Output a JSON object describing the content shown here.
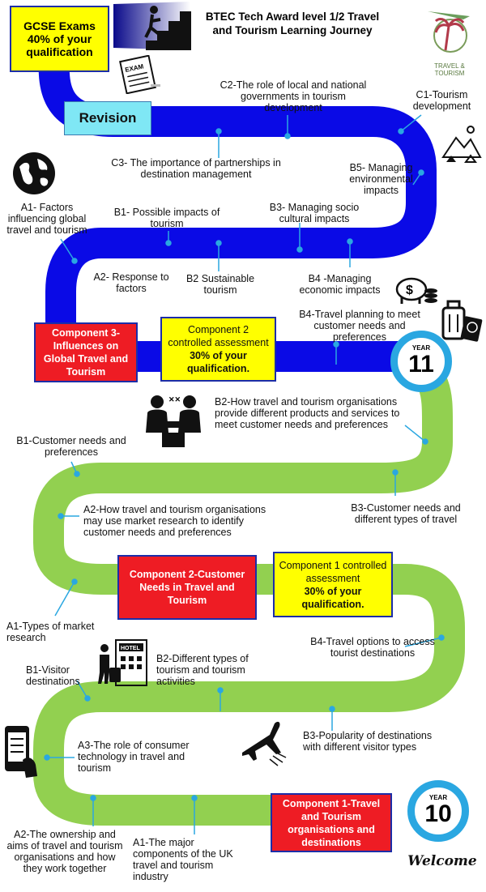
{
  "header": {
    "title": "BTEC Tech Award level 1/2 Travel and Tourism Learning Journey",
    "gcse_box": "GCSE Exams 40% of your qualification",
    "revision": "Revision",
    "logo_text": "TRAVEL & TOURISM"
  },
  "year11": {
    "label": "YEAR",
    "number": "11"
  },
  "year10": {
    "label": "YEAR",
    "number": "10"
  },
  "components": {
    "c3": "Component 3- Influences on Global Travel and Tourism",
    "c2_assess_title": "Component 2 controlled assessment",
    "c2_assess_pct": "30% of your qualification.",
    "c2": "Component 2-Customer Needs in Travel and Tourism",
    "c1_assess_title": "Component 1 controlled assessment",
    "c1_assess_pct": "30% of your qualification.",
    "c1": "Component 1-Travel and Tourism organisations and destinations"
  },
  "labels": {
    "c2_role": "C2-The role of local and national governments in tourism development",
    "c1_dev": "C1-Tourism development",
    "c3_partner": "C3- The importance of partnerships in destination management",
    "b5_env": "B5- Managing environmental impacts",
    "a1_factors": "A1- Factors influencing global travel and tourism",
    "b1_impacts": "B1- Possible impacts of tourism",
    "b3_socio": "B3- Managing socio cultural impacts",
    "a2_response": "A2- Response to factors",
    "b2_sustain": "B2 Sustainable tourism",
    "b4_econ": "B4 -Managing economic impacts",
    "b4_travel_plan": "B4-Travel planning to meet customer needs and preferences",
    "b2_products": "B2-How travel and tourism organisations provide different products and services to meet customer needs and preferences",
    "b1_customer": "B1-Customer needs and preferences",
    "a2_market": "A2-How travel and tourism organisations may use market research to identify customer needs and preferences",
    "b3_types_travel": "B3-Customer needs and different types of travel",
    "a1_market_types": "A1-Types of market research",
    "b4_travel_opts": "B4-Travel options to access tourist destinations",
    "b1_visitor": "B1-Visitor destinations",
    "b2_types": "B2-Different types of tourism and tourism activities",
    "b3_popularity": "B3-Popularity of destinations with different visitor types",
    "a3_tech": "A3-The role of consumer technology in travel and tourism",
    "a2_ownership": "A2-The ownership and aims of travel and tourism organisations and how they work together",
    "a1_major": "A1-The major components of the UK travel and tourism industry",
    "welcome": "Welcome"
  },
  "icons": [
    "stairs-climber-icon",
    "exam-paper-icon",
    "globe-icon",
    "mountain-camp-icon",
    "piggy-bank-icon",
    "suitcase-passport-icon",
    "travel-agent-icon",
    "hotel-traveller-icon",
    "airplane-icon",
    "smartphone-icon"
  ],
  "colors": {
    "blue_road": "#0a0ae6",
    "green_road": "#92d050",
    "red_box": "#ee1c24",
    "yellow_box": "#ffff00",
    "year_ring": "#2aa7e1"
  }
}
